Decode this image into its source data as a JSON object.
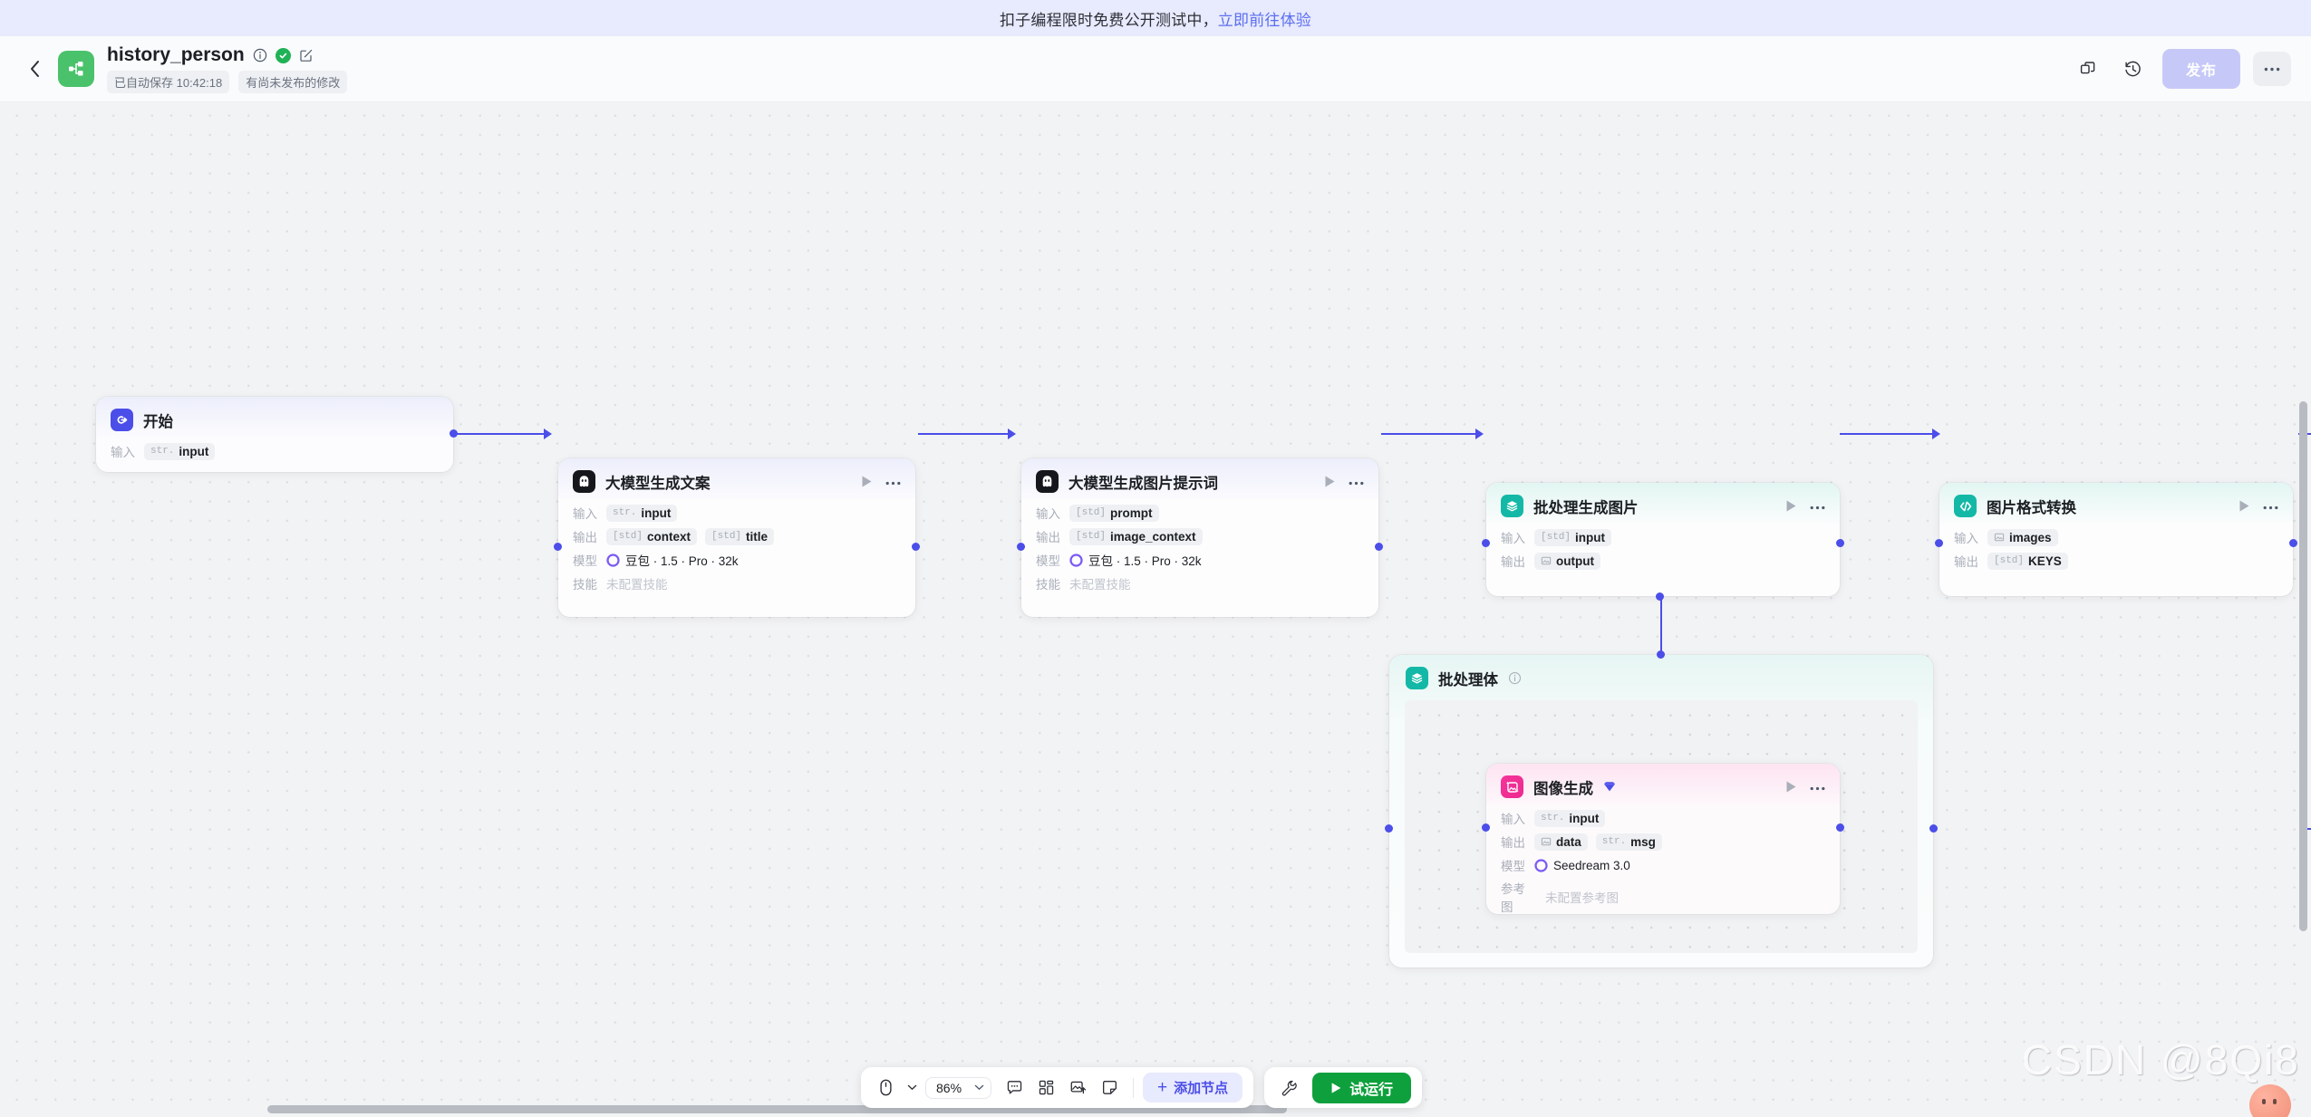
{
  "promo": {
    "text": "扣子编程限时免费公开测试中，",
    "link": "立即前往体验"
  },
  "header": {
    "back_icon": "chevron-left-icon",
    "app_icon": "workflow-icon",
    "title": "history_person",
    "info_icon": "info-circle-icon",
    "verified_icon": "check-circle-icon",
    "edit_icon": "edit-square-icon",
    "autosave_pill": "已自动保存 10:42:18",
    "unpublished_pill": "有尚未发布的修改",
    "duplicate_icon": "copy-icon",
    "history_icon": "history-clock-icon",
    "publish_label": "发布",
    "more_label": "···"
  },
  "nodes": [
    {
      "id": "start",
      "icon": "start-flow-icon",
      "title": "开始",
      "rows": [
        {
          "label": "输入",
          "chips": [
            {
              "type": "str.",
              "name": "input"
            }
          ]
        }
      ]
    },
    {
      "id": "llm-copy",
      "icon": "doubao-llm-icon",
      "title": "大模型生成文案",
      "play_icon": "play-icon",
      "more_icon": "more-dots-icon",
      "rows": [
        {
          "label": "输入",
          "chips": [
            {
              "type": "str.",
              "name": "input"
            }
          ]
        },
        {
          "label": "输出",
          "chips": [
            {
              "type": "[std]",
              "name": "context"
            },
            {
              "type": "[std]",
              "name": "title"
            }
          ]
        },
        {
          "label": "模型",
          "model_icon": "doubao-model-icon",
          "text": "豆包 · 1.5 · Pro · 32k"
        },
        {
          "label": "技能",
          "muted": "未配置技能"
        }
      ]
    },
    {
      "id": "llm-prompt",
      "icon": "doubao-llm-icon",
      "title": "大模型生成图片提示词",
      "play_icon": "play-icon",
      "more_icon": "more-dots-icon",
      "rows": [
        {
          "label": "输入",
          "chips": [
            {
              "type": "[std]",
              "name": "prompt"
            }
          ]
        },
        {
          "label": "输出",
          "chips": [
            {
              "type": "[std]",
              "name": "image_context"
            }
          ]
        },
        {
          "label": "模型",
          "model_icon": "doubao-model-icon",
          "text": "豆包 · 1.5 · Pro · 32k"
        },
        {
          "label": "技能",
          "muted": "未配置技能"
        }
      ]
    },
    {
      "id": "batch-gen",
      "icon": "layers-icon",
      "title": "批处理生成图片",
      "play_icon": "play-icon",
      "more_icon": "more-dots-icon",
      "rows": [
        {
          "label": "输入",
          "chips": [
            {
              "type": "[std]",
              "name": "input"
            }
          ]
        },
        {
          "label": "输出",
          "chips": [
            {
              "type": "image",
              "name": "output"
            }
          ]
        }
      ]
    },
    {
      "id": "img-convert",
      "icon": "code-brackets-icon",
      "title": "图片格式转换",
      "play_icon": "play-icon",
      "more_icon": "more-dots-icon",
      "rows": [
        {
          "label": "输入",
          "chips": [
            {
              "type": "image",
              "name": "images"
            }
          ]
        },
        {
          "label": "输出",
          "chips": [
            {
              "type": "[std]",
              "name": "KEYS"
            }
          ]
        }
      ]
    }
  ],
  "batch_container": {
    "icon": "layers-icon",
    "title": "批处理体",
    "info_icon": "info-circle-icon",
    "inner_node": {
      "icon": "image-generate-icon",
      "title": "图像生成",
      "gem_icon": "gem-icon",
      "play_icon": "play-icon",
      "more_icon": "more-dots-icon",
      "rows": [
        {
          "label": "输入",
          "chips": [
            {
              "type": "str.",
              "name": "input"
            }
          ]
        },
        {
          "label": "输出",
          "chips": [
            {
              "type": "image",
              "name": "data"
            },
            {
              "type": "str.",
              "name": "msg"
            }
          ]
        },
        {
          "label": "模型",
          "model_icon": "doubao-model-icon",
          "text": "Seedream 3.0"
        },
        {
          "label": "参考图",
          "muted": "未配置参考图"
        }
      ]
    }
  },
  "toolbar": {
    "cursor_icon": "mouse-pointer-icon",
    "cursor_caret": "chevron-down-icon",
    "zoom_value": "86%",
    "zoom_caret": "chevron-down-icon",
    "comment_icon": "comment-icon",
    "layout_icon": "layout-grid-icon",
    "image_icon": "image-export-icon",
    "note_icon": "sticky-note-icon",
    "add_node_plus": "+",
    "add_node_label": "添加节点",
    "wrench_icon": "wrench-icon",
    "run_play_icon": "play-icon",
    "run_label": "试运行"
  },
  "watermark": "CSDN @8Qi8"
}
